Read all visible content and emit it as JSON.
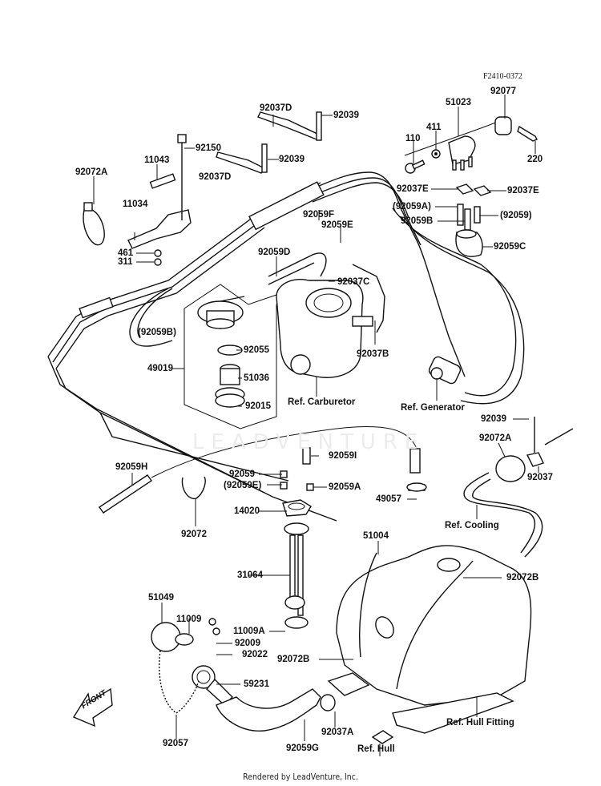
{
  "diagram": {
    "figure_code": "F2410-0372",
    "watermark": "LEADVENTURE",
    "footer": "Rendered by LeadVenture, Inc.",
    "front_arrow_label": "FRONT",
    "labels": {
      "p92077": "92077",
      "p51023": "51023",
      "p411": "411",
      "p110": "110",
      "p220": "220",
      "p92037E_left": "92037E",
      "p92037E_right": "92037E",
      "p92059A_paren": "(92059A)",
      "p92059_paren": "(92059)",
      "p92059B": "92059B",
      "p92059C": "92059C",
      "p92037D_top": "92037D",
      "p92039_top": "92039",
      "p92039_mid": "92039",
      "p92037D_mid": "92037D",
      "p92150": "92150",
      "p11043": "11043",
      "p92072A_left": "92072A",
      "p11034": "11034",
      "p461": "461",
      "p311": "311",
      "p92059F": "92059F",
      "p92059E": "92059E",
      "p92059D": "92059D",
      "p92037C": "92037C",
      "p92059B_paren": "(92059B)",
      "p92055": "92055",
      "p49019": "49019",
      "p51036": "51036",
      "p92015": "92015",
      "ref_carburetor": "Ref. Carburetor",
      "p92037B": "92037B",
      "ref_generator": "Ref. Generator",
      "p92039_right": "92039",
      "p92072A_right": "92072A",
      "p92037_right": "92037",
      "ref_cooling": "Ref. Cooling",
      "p92059I": "92059I",
      "p92059H": "92059H",
      "p92059_small": "92059",
      "p92059E_paren": "(92059E)",
      "p92059A": "92059A",
      "p49057": "49057",
      "p92072": "92072",
      "p14020": "14020",
      "p51004": "51004",
      "p92072B_right": "92072B",
      "p31064": "31064",
      "p51049": "51049",
      "p11009": "11009",
      "p11009A": "11009A",
      "p92009": "92009",
      "p92022": "92022",
      "p92072B_left": "92072B",
      "p59231": "59231",
      "p92057": "92057",
      "p92059G": "92059G",
      "p92037A_bottom": "92037A",
      "ref_hull": "Ref. Hull",
      "ref_hull_fitting": "Ref. Hull Fitting"
    }
  }
}
